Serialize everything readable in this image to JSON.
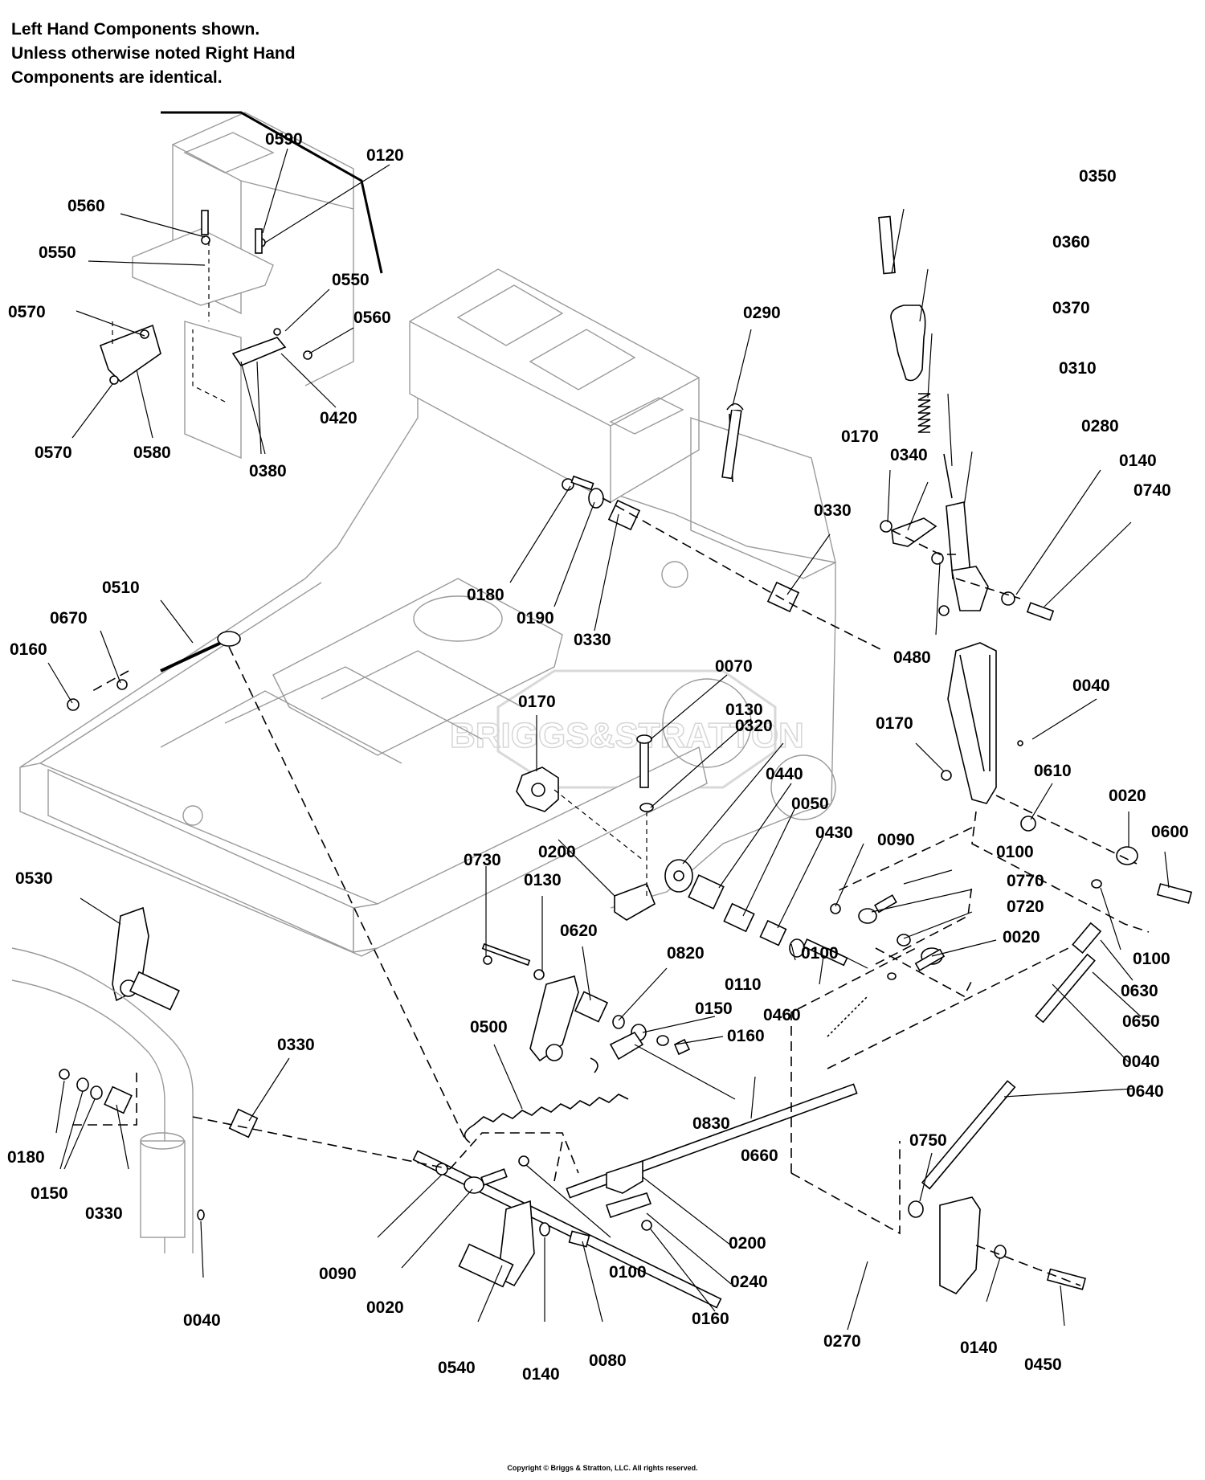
{
  "note": {
    "line1": "Left Hand Components shown.",
    "line2": "Unless otherwise noted Right Hand",
    "line3": "Components are identical."
  },
  "watermark_text": "BRIGGS&STRATTON",
  "copyright": "Copyright © Briggs & Stratton, LLC. All rights reserved.",
  "callouts": {
    "c0590": "0590",
    "c0120": "0120",
    "c0560a": "0560",
    "c0550a": "0550",
    "c0570a": "0570",
    "c0550b": "0550",
    "c0560b": "0560",
    "c0420": "0420",
    "c0570b": "0570",
    "c0580": "0580",
    "c0380": "0380",
    "c0350": "0350",
    "c0360": "0360",
    "c0370": "0370",
    "c0310": "0310",
    "c0280": "0280",
    "c0140a": "0140",
    "c0740": "0740",
    "c0170a": "0170",
    "c0340": "0340",
    "c0330a": "0330",
    "c0290": "0290",
    "c0480": "0480",
    "c0040a": "0040",
    "c0170b": "0170",
    "c0610": "0610",
    "c0020a": "0020",
    "c0600": "0600",
    "c0180a": "0180",
    "c0190": "0190",
    "c0330b": "0330",
    "c0510": "0510",
    "c0670": "0670",
    "c0160a": "0160",
    "c0070": "0070",
    "c0130a": "0130",
    "c0170c": "0170",
    "c0320": "0320",
    "c0440": "0440",
    "c0050": "0050",
    "c0430": "0430",
    "c0090a": "0090",
    "c0100a": "0100",
    "c0770": "0770",
    "c0720": "0720",
    "c0020b": "0020",
    "c0100b": "0100",
    "c0630": "0630",
    "c0650": "0650",
    "c0040b": "0040",
    "c0640": "0640",
    "c0730": "0730",
    "c0200a": "0200",
    "c0130b": "0130",
    "c0620": "0620",
    "c0820": "0820",
    "c0150a": "0150",
    "c0160b": "0160",
    "c0110": "0110",
    "c0460": "0460",
    "c0100c": "0100",
    "c0530": "0530",
    "c0500": "0500",
    "c0830": "0830",
    "c0660": "0660",
    "c0330c": "0330",
    "c0180b": "0180",
    "c0150b": "0150",
    "c0330d": "0330",
    "c0040c": "0040",
    "c0090b": "0090",
    "c0020c": "0020",
    "c0100d": "0100",
    "c0200b": "0200",
    "c0240": "0240",
    "c0160c": "0160",
    "c0540": "0540",
    "c0140b": "0140",
    "c0080": "0080",
    "c0750": "0750",
    "c0270": "0270",
    "c0140c": "0140",
    "c0450": "0450"
  }
}
